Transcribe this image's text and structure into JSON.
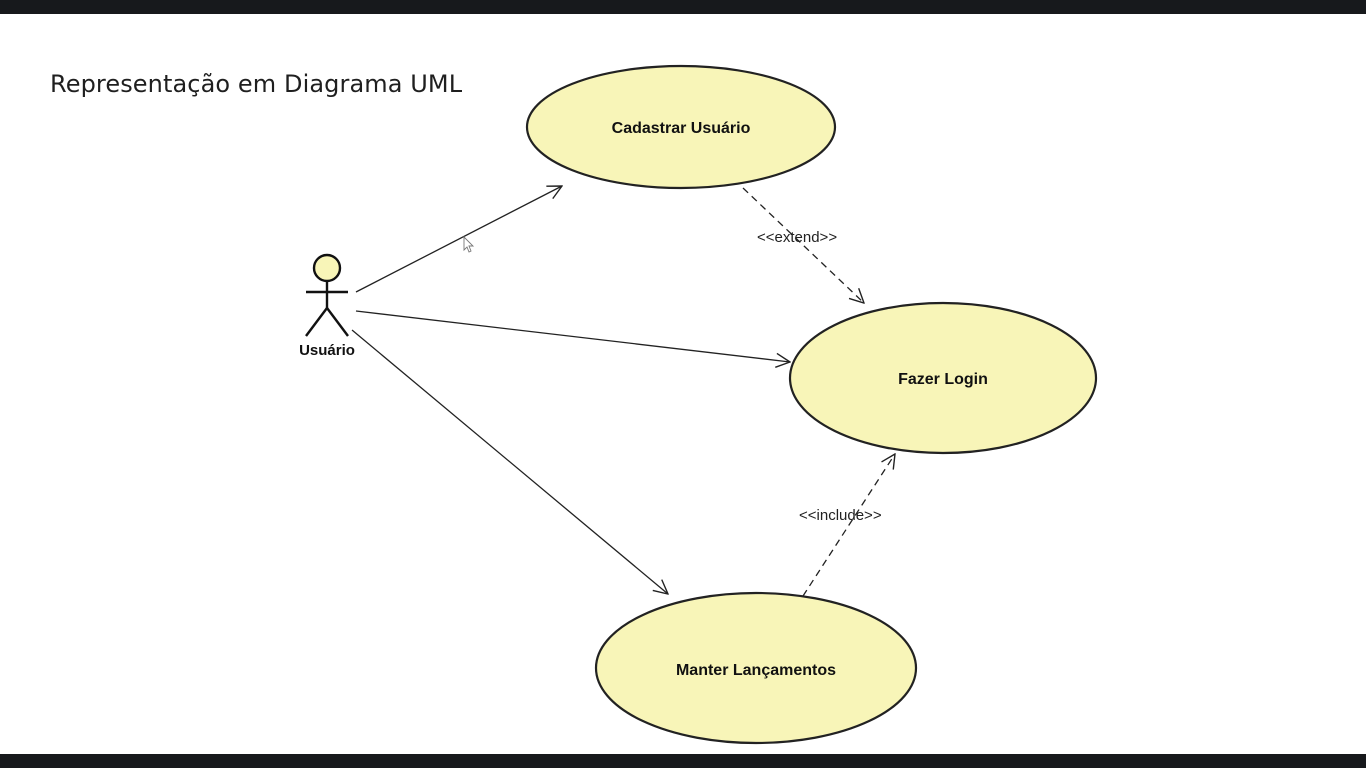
{
  "slide": {
    "title": "Representação em Diagrama UML"
  },
  "colors": {
    "use_case_fill": "#f8f5b8",
    "line": "#222222",
    "frame_bar": "#17191c",
    "slide_background": "#ffffff"
  },
  "diagram": {
    "actor": {
      "label": "Usuário"
    },
    "use_cases": {
      "cadastrar": "Cadastrar Usuário",
      "login": "Fazer Login",
      "lancamentos": "Manter Lançamentos"
    },
    "relations": {
      "extend": "<<extend>>",
      "include": "<<include>>"
    }
  }
}
